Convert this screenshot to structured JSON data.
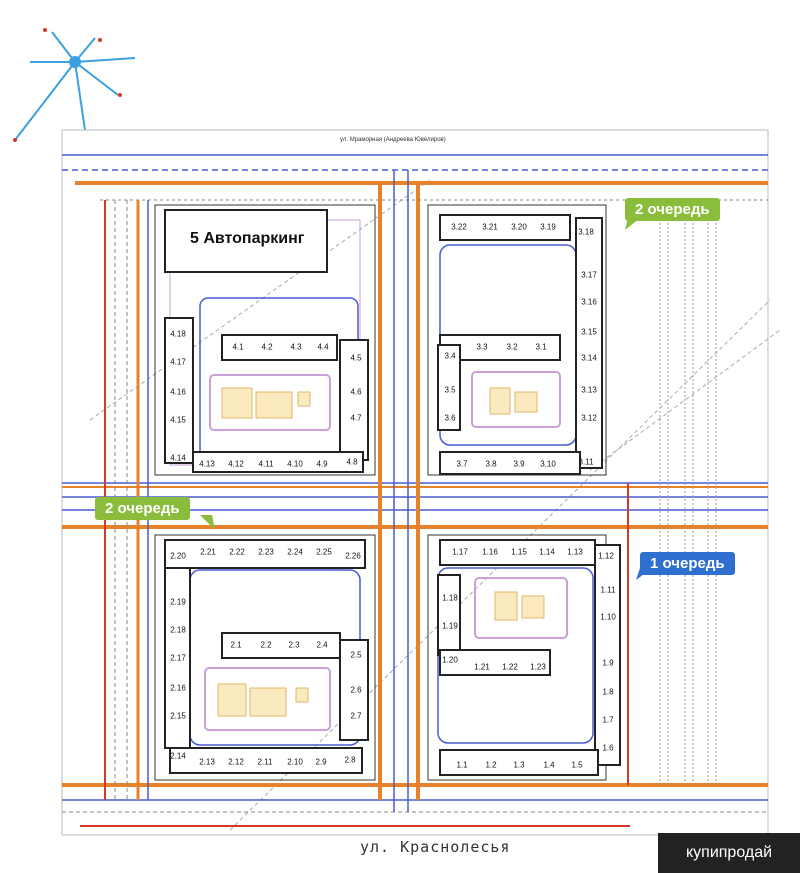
{
  "street_top": "ул. Мраморная (Андреева Ювелиров)",
  "street_bottom": "ул. Краснолесья",
  "parking_label": "5 Автопаркинг",
  "watermark": "купипродай",
  "queues": [
    {
      "label": "2 очередь",
      "color": "#8bbd3c"
    },
    {
      "label": "2 очередь",
      "color": "#8bbd3c"
    },
    {
      "label": "1 очередь",
      "color": "#2e6fd0"
    }
  ],
  "block4_units": [
    "4.1",
    "4.2",
    "4.3",
    "4.4",
    "4.5",
    "4.6",
    "4.7",
    "4.8",
    "4.9",
    "4.10",
    "4.11",
    "4.12",
    "4.13",
    "4.14",
    "4.15",
    "4.16",
    "4.17",
    "4.18"
  ],
  "block3_units": [
    "3.1",
    "3.2",
    "3.3",
    "3.4",
    "3.5",
    "3.6",
    "3.7",
    "3.8",
    "3.9",
    "3.10",
    "3.11",
    "3.12",
    "3.13",
    "3.14",
    "3.15",
    "3.16",
    "3.17",
    "3.18",
    "3.19",
    "3.20",
    "3.21",
    "3.22"
  ],
  "block2_units": [
    "2.1",
    "2.2",
    "2.3",
    "2.4",
    "2.5",
    "2.6",
    "2.7",
    "2.8",
    "2.9",
    "2.10",
    "2.11",
    "2.12",
    "2.13",
    "2.14",
    "2.15",
    "2.16",
    "2.17",
    "2.18",
    "2.19",
    "2.20",
    "2.21",
    "2.22",
    "2.23",
    "2.24",
    "2.25",
    "2.26"
  ],
  "block1_units": [
    "1.1",
    "1.2",
    "1.3",
    "1.4",
    "1.5",
    "1.6",
    "1.7",
    "1.8",
    "1.9",
    "1.10",
    "1.11",
    "1.12",
    "1.13",
    "1.14",
    "1.15",
    "1.16",
    "1.17",
    "1.18",
    "1.19",
    "1.20",
    "1.21",
    "1.22",
    "1.23"
  ],
  "colors": {
    "road_orange": "#e8822a",
    "road_red": "#d23a2a",
    "road_blue": "#4a5bd4",
    "building": "#333333",
    "courtyard": "#c9a0d8",
    "playground": "#e0b86a"
  }
}
